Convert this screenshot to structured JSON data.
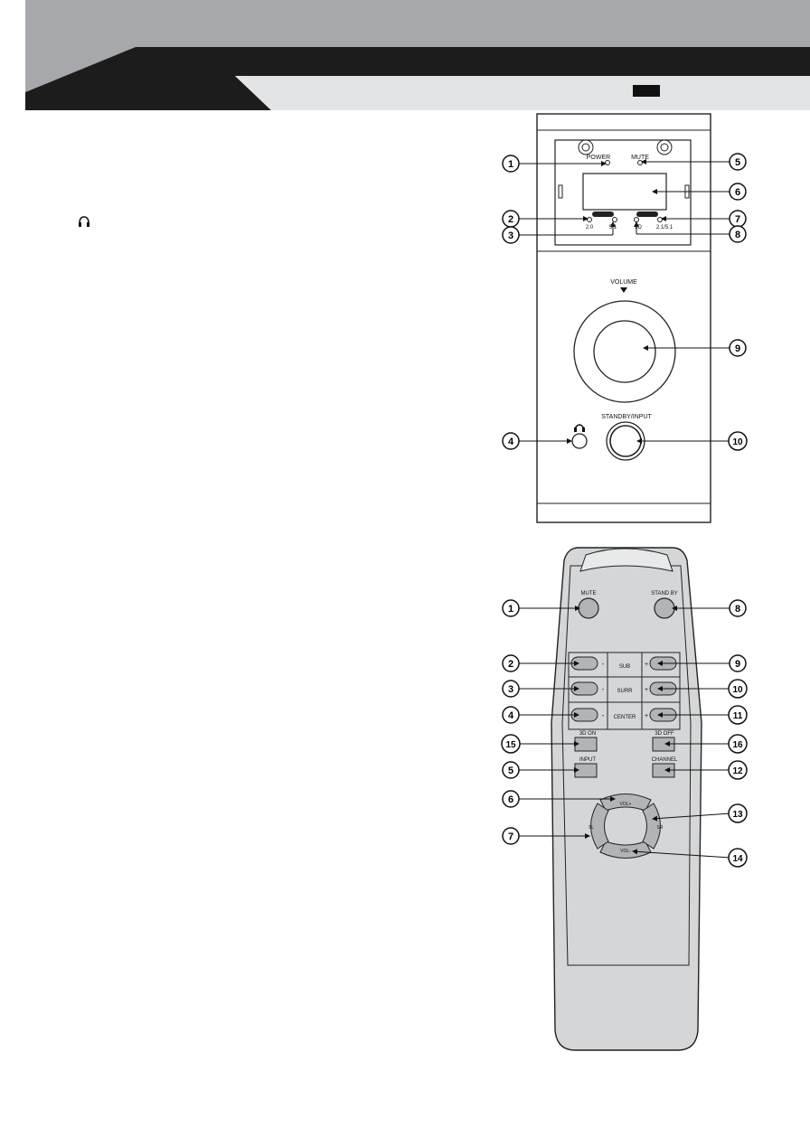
{
  "front_panel": {
    "labels": {
      "power": "POWER",
      "mute": "MUTE",
      "input_2_0": "2.0",
      "input_5_1": "5.1",
      "output_3d": "3D",
      "output_21_51": "2.1/5.1",
      "volume": "VOLUME",
      "minus": "-",
      "plus": "+",
      "standby_input": "STANDBY/INPUT"
    },
    "callouts": [
      "1",
      "2",
      "3",
      "4",
      "5",
      "6",
      "7",
      "8",
      "9",
      "10"
    ]
  },
  "remote": {
    "labels": {
      "mute": "MUTE",
      "standby": "STAND BY",
      "sub": "SUB",
      "surr": "SURR",
      "center": "CENTER",
      "minus": "-",
      "plus": "+",
      "3d_on": "3D ON",
      "3d_off": "3D OFF",
      "input": "INPUT",
      "channel": "CHANNEL",
      "vol_plus": "VOL+",
      "vol_minus": "VOL-",
      "sl": "SL",
      "sr": "SR"
    },
    "callouts": [
      "1",
      "2",
      "3",
      "4",
      "15",
      "5",
      "6",
      "7",
      "8",
      "9",
      "10",
      "11",
      "16",
      "12",
      "13",
      "14"
    ]
  },
  "icons": [
    "headphones-icon",
    "arrow-down-icon",
    "volume-knob-icon"
  ]
}
